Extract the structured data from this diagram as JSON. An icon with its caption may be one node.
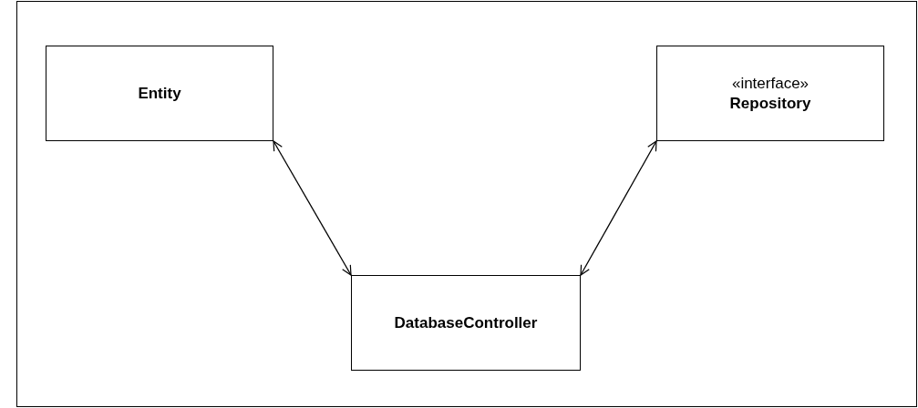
{
  "diagram": {
    "nodes": [
      {
        "text": [
          "Entity"
        ]
      },
      {
        "text": [
          "«interface»",
          "Repository"
        ]
      },
      {
        "text": [
          "DatabaseController"
        ]
      }
    ],
    "edges": [
      {
        "from": 0,
        "to": 2,
        "arrow": "both"
      },
      {
        "from": 1,
        "to": 2,
        "arrow": "both"
      }
    ]
  }
}
